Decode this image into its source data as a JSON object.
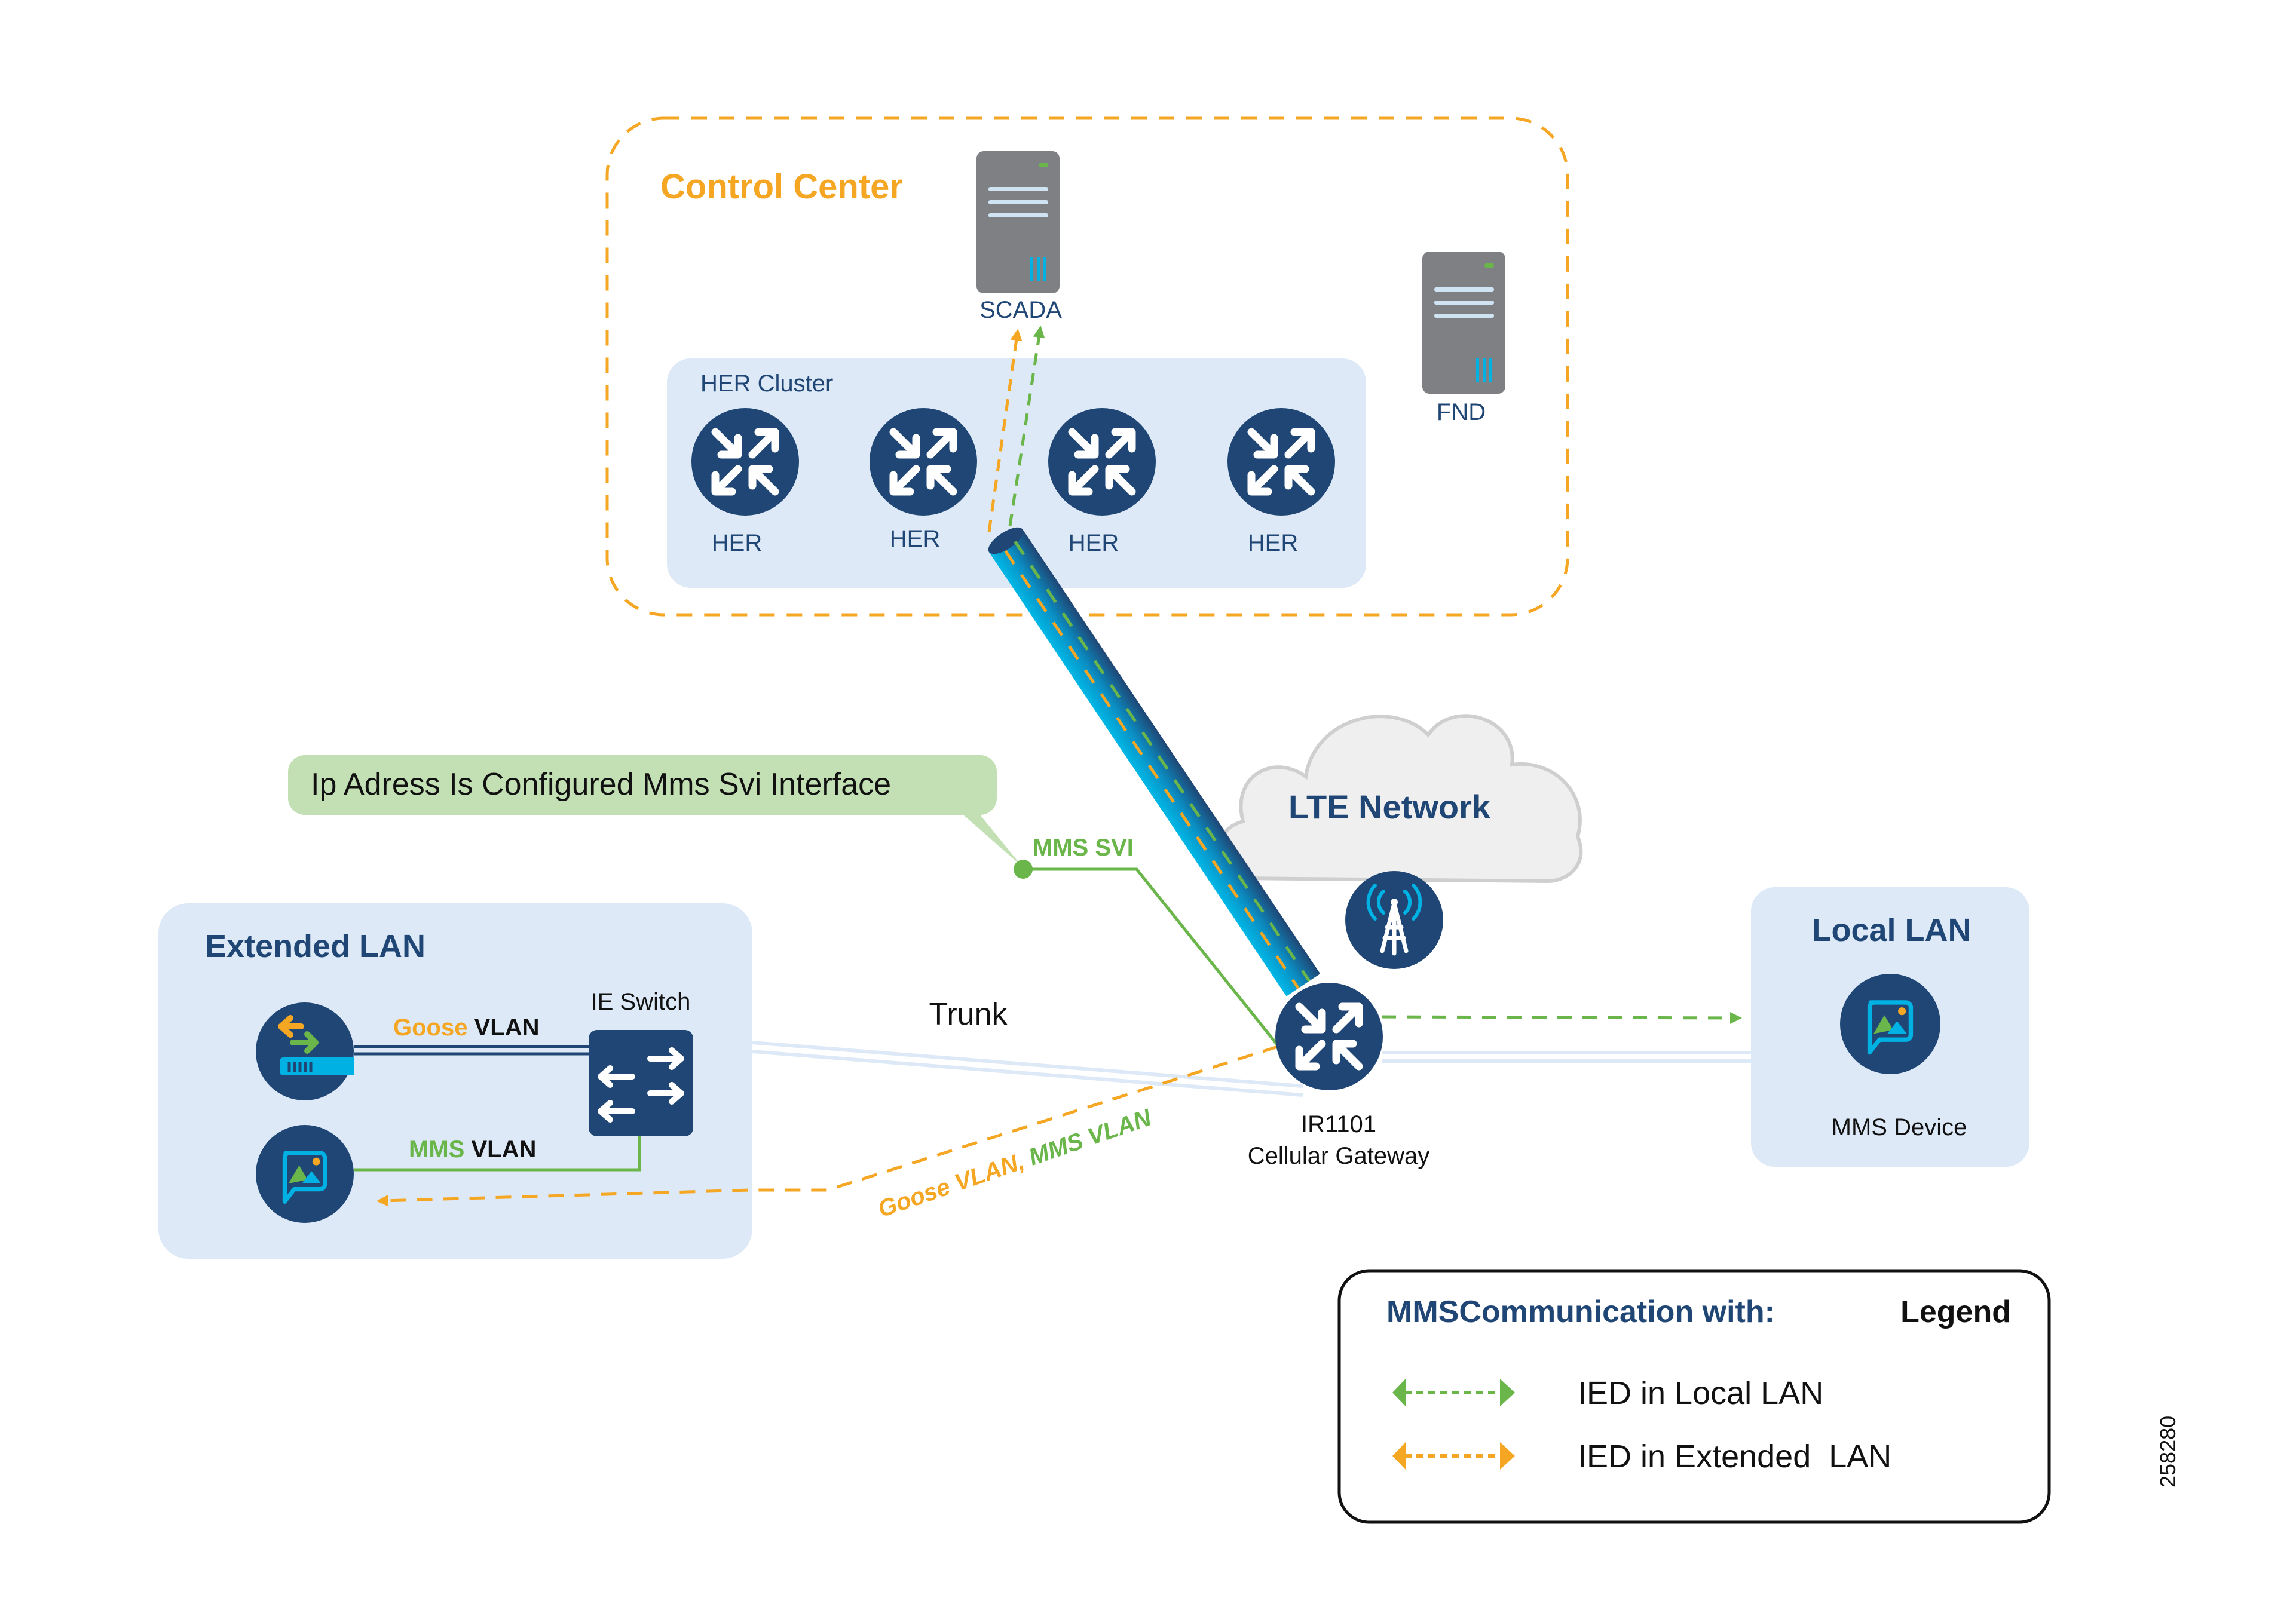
{
  "colors": {
    "navy": "#1f4674",
    "orange": "#f5a623",
    "green": "#6ab64a",
    "cyan": "#00b2e3",
    "panel": "#dde9f7",
    "callout": "#c2e0b4",
    "server": "#7f8083",
    "cloud": "#efefef"
  },
  "control_center": {
    "title": "Control Center",
    "scada_label": "SCADA",
    "fnd_label": "FND",
    "her_cluster": {
      "title": "HER Cluster",
      "routers": [
        {
          "label": "HER"
        },
        {
          "label": "HER"
        },
        {
          "label": "HER"
        },
        {
          "label": "HER"
        }
      ]
    }
  },
  "callout": {
    "text": "Ip Adress Is Configured Mms Svi Interface"
  },
  "mms_svi_label": "MMS SVI",
  "lte": {
    "title": "LTE Network"
  },
  "gateway": {
    "model": "IR1101",
    "description": "Cellular Gateway"
  },
  "trunk_label": "Trunk",
  "extended_lan": {
    "title": "Extended LAN",
    "switch_label": "IE Switch",
    "goose_vlan": {
      "prefix": "Goose",
      "suffix": "VLAN"
    },
    "mms_vlan": {
      "prefix": "MMS",
      "suffix": "VLAN"
    }
  },
  "vlan_path_label": {
    "goose": "Goose VLAN,",
    "mms": "MMS VLAN"
  },
  "local_lan": {
    "title": "Local LAN",
    "device_label": "MMS Device"
  },
  "legend": {
    "heading": "MMSCommunication with:",
    "title": "Legend",
    "items": [
      {
        "label": "IED in Local LAN",
        "color": "#6ab64a"
      },
      {
        "label": "IED in Extended  LAN",
        "color": "#f5a623"
      }
    ]
  },
  "figure_id": "258280"
}
